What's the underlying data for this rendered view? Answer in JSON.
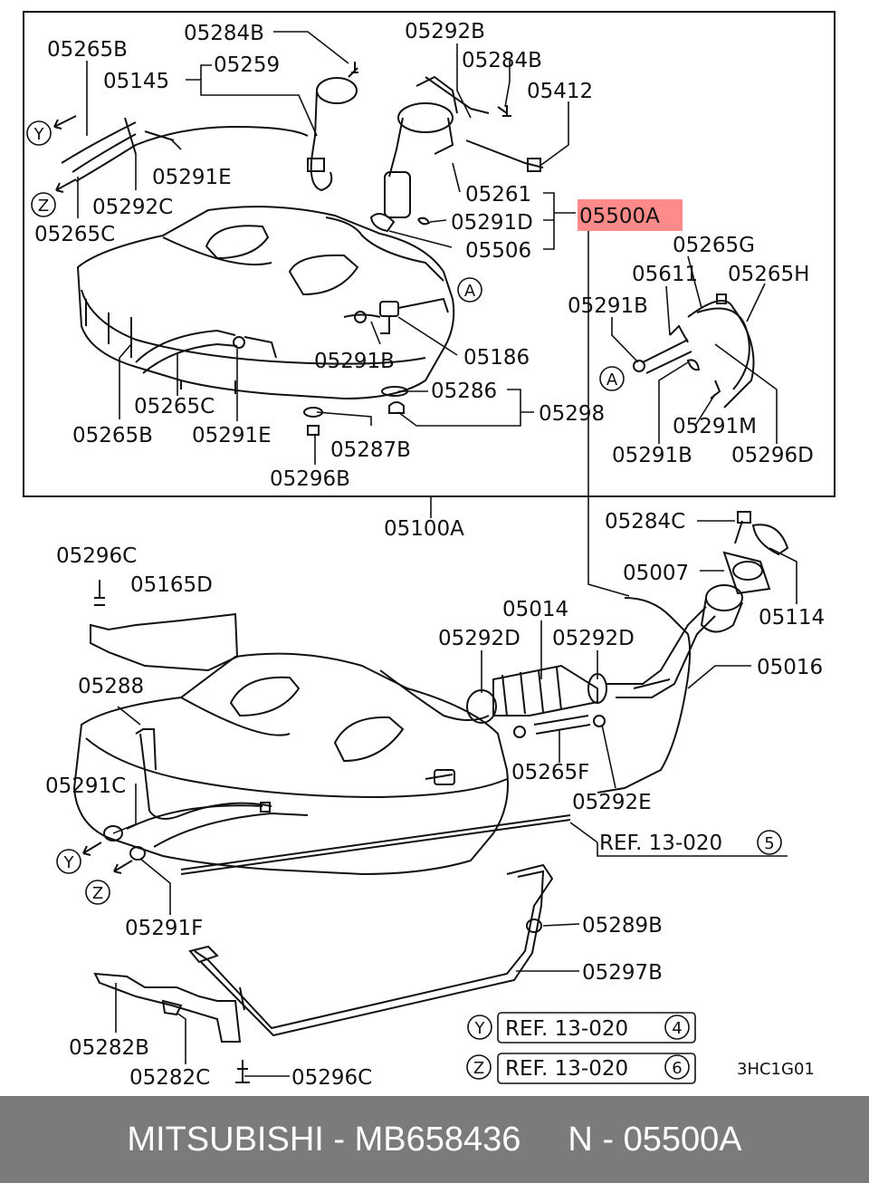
{
  "labels": {
    "l05265B_a": "05265B",
    "l05284B_a": "05284B",
    "l05292B": "05292B",
    "l05145": "05145",
    "l05259": "05259",
    "l05284B_b": "05284B",
    "l05412": "05412",
    "l05291E_a": "05291E",
    "l05292C": "05292C",
    "l05265C_a": "05265C",
    "l05261": "05261",
    "l05291D": "05291D",
    "l05500A": "05500A",
    "l05506": "05506",
    "l05265G": "05265G",
    "l05611": "05611",
    "l05265H": "05265H",
    "l05291B_a": "05291B",
    "l05291B_b": "05291B",
    "l05186": "05186",
    "l05286": "05286",
    "l05298": "05298",
    "l05265C_b": "05265C",
    "l05265B_b": "05265B",
    "l05291E_b": "05291E",
    "l05287B": "05287B",
    "l05296B": "05296B",
    "l05291M": "05291M",
    "l05291B_c": "05291B",
    "l05296D": "05296D",
    "l05100A": "05100A",
    "l05284C": "05284C",
    "l05296C_a": "05296C",
    "l05165D": "05165D",
    "l05007": "05007",
    "l05114": "05114",
    "l05014": "05014",
    "l05292D_a": "05292D",
    "l05292D_b": "05292D",
    "l05016": "05016",
    "l05288": "05288",
    "l05265F": "05265F",
    "l05291C": "05291C",
    "l05292E": "05292E",
    "ref_main": "REF. 13-020",
    "ref_main_num": "5",
    "l05291F": "05291F",
    "l05289B": "05289B",
    "l05297B": "05297B",
    "l05282B": "05282B",
    "l05282C": "05282C",
    "l05296C_b": "05296C",
    "refY": "REF. 13-020",
    "refY_num": "4",
    "refZ": "REF. 13-020",
    "refZ_num": "6",
    "drawing_code": "3HC1G01"
  },
  "markers": {
    "Y": "Y",
    "Z": "Z",
    "A": "A"
  },
  "footer": {
    "brand_part": "MITSUBISHI - MB658436",
    "ref_part": "N - 05500A"
  },
  "colors": {
    "highlight": "#ff8a8a",
    "footer_bg": "#7b7b7b"
  }
}
